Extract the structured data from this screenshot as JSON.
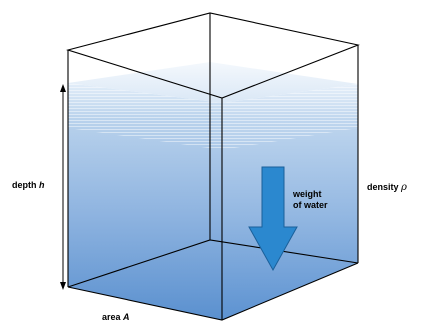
{
  "labels": {
    "depth": "depth",
    "depth_symbol": "h",
    "weight_line1": "weight",
    "weight_line2": "of water",
    "density": "density",
    "density_symbol": "ρ",
    "area": "area",
    "area_symbol": "A"
  },
  "colors": {
    "water_top": "#cfe0f3",
    "water_bottom": "#4e86c8",
    "arrow": "#2b88cf",
    "arrow_stroke": "#1a5f9a",
    "edges": "#000000"
  }
}
